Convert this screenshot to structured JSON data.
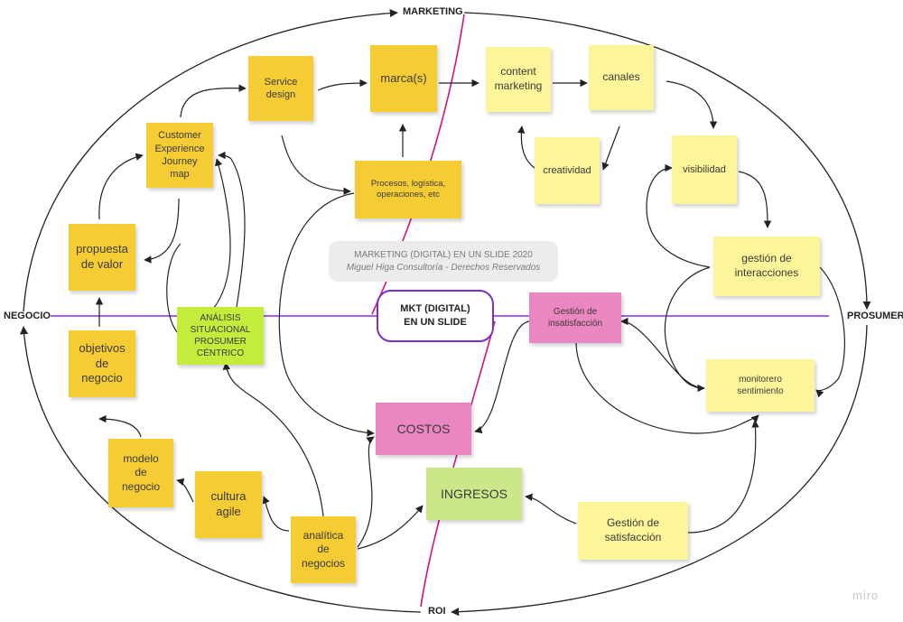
{
  "axes": {
    "top": "MARKETING",
    "bottom": "ROI",
    "left": "NEGOCIO",
    "right": "PROSUMER"
  },
  "center": {
    "line1": "MKT  (DIGITAL)",
    "line2": "EN UN SLIDE"
  },
  "banner": {
    "title": "MARKETING (DIGITAL) EN UN SLIDE 2020",
    "subtitle": "Miguel Higa Consultoría - Derechos Reservados"
  },
  "notes": {
    "service_design": [
      "Service",
      "design"
    ],
    "marcas": [
      "marca(s)"
    ],
    "content_marketing": [
      "content",
      "marketing"
    ],
    "canales": [
      "canales"
    ],
    "cx_journey": [
      "Customer",
      "Experience",
      "Journey",
      "map"
    ],
    "procesos": [
      "Procesos, logística,",
      "operaciones, etc"
    ],
    "creatividad": [
      "creatividad"
    ],
    "visibilidad": [
      "visibilidad"
    ],
    "propuesta_valor": [
      "propuesta",
      "de valor"
    ],
    "gestion_interacciones": [
      "gestión de",
      "interacciones"
    ],
    "analisis": [
      "ANÁLISIS",
      "SITUACIONAL",
      "PROSUMER",
      "CÉNTRICO"
    ],
    "gestion_insatisfaccion": [
      "Gestión de",
      "insatisfacción"
    ],
    "objetivos": [
      "objetivos",
      "de",
      "negocio"
    ],
    "monitoreo": [
      "monitorero",
      "sentimiento"
    ],
    "costos": [
      "COSTOS"
    ],
    "modelo": [
      "modelo",
      "de",
      "negocio"
    ],
    "ingresos": [
      "INGRESOS"
    ],
    "cultura": [
      "cultura",
      "agile"
    ],
    "gestion_satisfaccion": [
      "Gestión de",
      "satisfacción"
    ],
    "analitica": [
      "analítica",
      "de",
      "negocios"
    ]
  },
  "watermark": "miro",
  "colors": {
    "yellow": "#f5cc34",
    "light_yellow": "#fdf59a",
    "pink": "#ea86c0",
    "green": "#cbe78a",
    "lime": "#c4ec3c",
    "axis_purple": "#8a2be2",
    "divider_magenta": "#d4117a"
  }
}
